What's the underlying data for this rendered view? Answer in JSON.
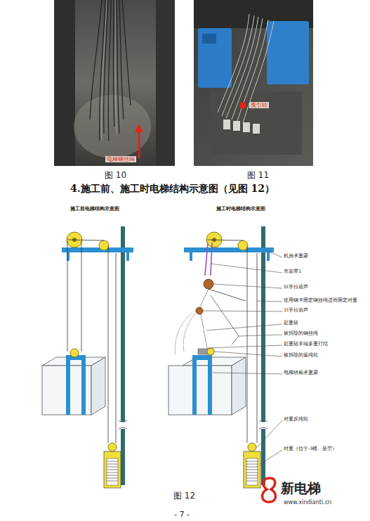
{
  "diagram": {
    "title": "4.施工前、施工时电梯结构示意图（见图 12）",
    "caption": "图 12",
    "labels": [
      "电梯钢丝绳",
      "曳引轮",
      "图 10",
      "图 11",
      "施工前电梯结构示意图",
      "施工时电梯结构示意图",
      "机房承重梁",
      "吊装带1",
      "5t手拉葫芦",
      "使用钢卡固定钢丝绳进而固定对重",
      "1t手拉葫芦",
      "起重链",
      "被拆除的钢丝绳",
      "起重链末端多重打结",
      "被拆除的返绳轮",
      "电梯轿厢承重梁",
      "对重反绳轮",
      "对重（位于-3楼、悬空）",
      "新电梯",
      "www.xindianti.cn",
      "- 7 -"
    ]
  }
}
